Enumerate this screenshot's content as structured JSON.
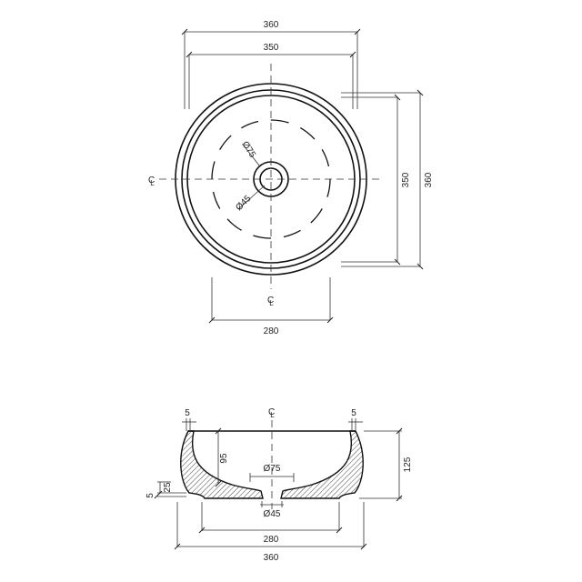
{
  "drawing": {
    "plan_view": {
      "dimensions": {
        "outer_width_top": "360",
        "inner_width_top": "350",
        "inner_height_right": "350",
        "outer_height_right": "360",
        "base_width_bottom": "280",
        "drain_outer_dia": "Ø75",
        "drain_inner_dia": "Ø45"
      },
      "centerline_labels": {
        "left": "CL",
        "bottom": "CL"
      }
    },
    "section_view": {
      "dimensions": {
        "rim_thickness_left": "5",
        "rim_thickness_right": "5",
        "inner_depth": "95",
        "overall_height": "125",
        "base_step": "25",
        "base_offset": "5",
        "drain_outer_dia": "Ø75",
        "drain_inner_dia": "Ø45",
        "base_width": "280",
        "overall_width": "360"
      },
      "centerline_label": "CL"
    },
    "colors": {
      "line": "#111111",
      "hatch": "#333333",
      "background": "#ffffff"
    }
  }
}
